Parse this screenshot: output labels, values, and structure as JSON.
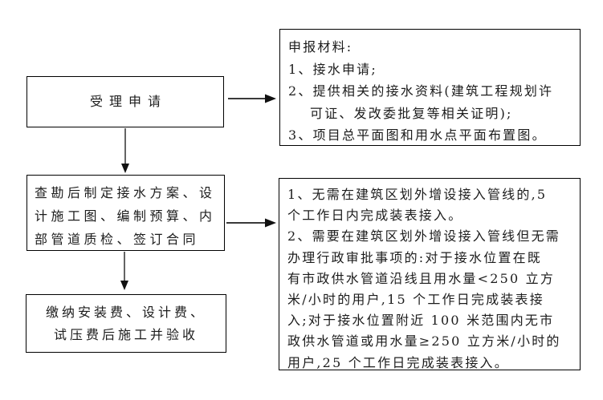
{
  "flowchart": {
    "type": "flowchart",
    "direction": "top-down",
    "colors": {
      "background": "#ffffff",
      "box_border": "#000000",
      "text": "#1c1c1c",
      "arrow": "#3a3a3a",
      "arrowhead": "#111111"
    },
    "nodes": {
      "accept": {
        "label": "受理申请"
      },
      "survey": {
        "lines": [
          "查勘后制定接水方案、设",
          "计施工图、编制预算、内",
          "部管道质检、签订合同"
        ]
      },
      "pay": {
        "lines": [
          "缴纳安装费、设计费、",
          "试压费后施工并验收"
        ]
      },
      "materials": {
        "lines": [
          "申报材料:",
          "1、接水申请;",
          "2、提供相关的接水资料(建筑工程规划许",
          "可证、发改委批复等相关证明);",
          "3、项目总平面图和用水点平面布置图。"
        ]
      },
      "timeline": {
        "lines": [
          "1、无需在建筑区划外增设接入管线的,5",
          "个工作日内完成装表接入。",
          "2、需要在建筑区划外增设接入管线但无需",
          "办理行政审批事项的:对于接水位置在既",
          "有市政供水管道沿线且用水量<250 立方",
          "米/小时的用户,15 个工作日完成装表接",
          "入;对于接水位置附近 100 米范围内无市",
          "政供水管道或用水量≥250 立方米/小时的",
          "用户,25 个工作日完成装表接入。"
        ]
      }
    },
    "edges": [
      {
        "from": "accept",
        "to": "materials"
      },
      {
        "from": "accept",
        "to": "survey"
      },
      {
        "from": "survey",
        "to": "timeline"
      },
      {
        "from": "survey",
        "to": "pay"
      }
    ]
  }
}
